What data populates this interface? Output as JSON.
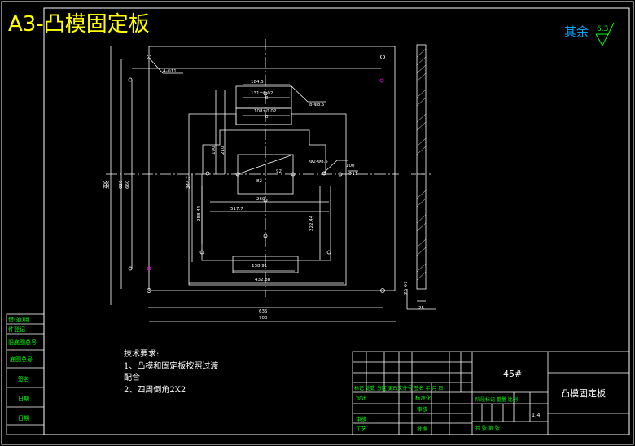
{
  "title": "A3-凸模固定板",
  "roughness": {
    "prefix": "其余",
    "value": "6.3"
  },
  "colors": {
    "background": "#000000",
    "frame": "#ffffff",
    "title": "#ffff00",
    "roughness": "#00a8ff",
    "table_text": "#00ff00",
    "center_line": "#ffffff",
    "magenta": "#ff00ff"
  },
  "dimensions": {
    "hole_callout_1": "4-Φ11",
    "dim_184": "184.5",
    "dim_131_top": "131±0.02",
    "dim_131_top_tol": "0",
    "dim_108": "108±0.02",
    "dim_108_tol": "0",
    "slot_callout": "8-Φ8.5",
    "side_callout": "Φ2-Φ8.5",
    "small_callout": "Φ11",
    "dim_92": "92",
    "dim_82": "82",
    "dim_100": "100",
    "dim_190": "190",
    "dim_210": "210",
    "dim_260": "260",
    "dim_517": "517.7",
    "dim_300_v": "300",
    "dim_344": "344.7",
    "dim_288": "288.44",
    "dim_222": "222.44",
    "dim_138": "138.91",
    "dim_432": "432.88",
    "dim_620": "620",
    "dim_660": "660",
    "dim_700_v": "700",
    "dim_635": "635",
    "dim_700": "700",
    "side_thickness": "25",
    "side_dim": "20 Φ7"
  },
  "notes": {
    "heading": "技术要求:",
    "line1": "1、凸模和固定板按照过渡",
    "line2": "配合",
    "line3": "2、四周倒角2X2"
  },
  "left_table": [
    "借(通)用",
    "件登记",
    "旧底图总号",
    "底图总号",
    "签名",
    "日期",
    "日期"
  ],
  "title_block": {
    "material": "45#",
    "part_name": "凸模固定板",
    "header_row": "标记 处数 分区 更改文件号 签名 年 月 日",
    "design": "设计",
    "standard": "标准化",
    "audit": "审核",
    "process": "工艺",
    "approve": "批准",
    "check": "审核",
    "sign_cols": "阶段标记  重量  比例",
    "scale": "1:4",
    "sheet_info": "共    张  第    张"
  }
}
